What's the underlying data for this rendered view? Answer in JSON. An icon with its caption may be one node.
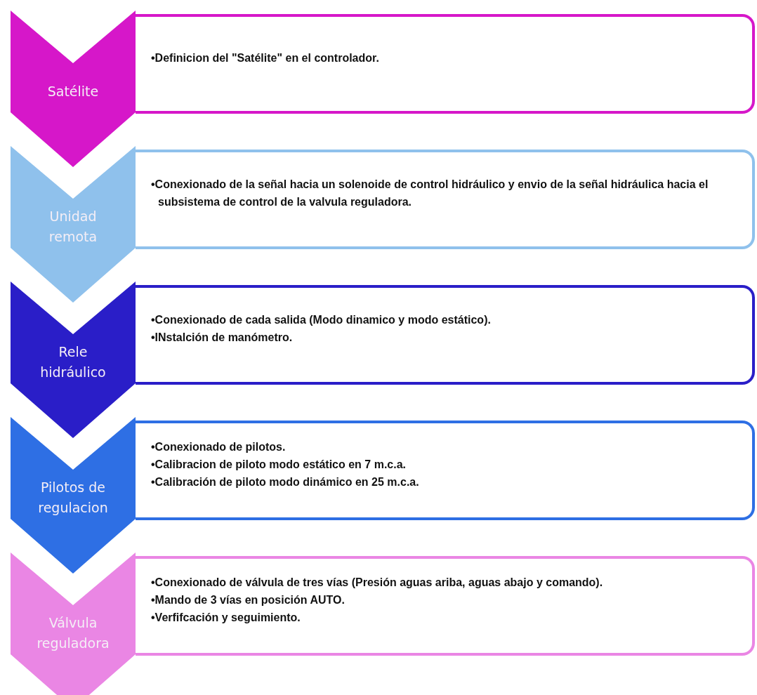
{
  "diagram": {
    "nodes": [
      {
        "text": [
          "Satélite"
        ]
      },
      {
        "text": [
          "•Definicion del \"Satélite\" en el controlador."
        ]
      },
      {
        "text": [
          "Unidad remota"
        ]
      },
      {
        "text": [
          "•Conexionado de la señal hacia un solenoide de control hidráulico y envio de la señal hidráulica hacia el subsistema de control de la valvula reguladora."
        ]
      },
      {
        "text": [
          "Rele hidráulico"
        ]
      },
      {
        "text": [
          "•Conexionado de cada salida (Modo dinamico y modo estático).",
          "•INstalción de manómetro."
        ]
      },
      {
        "text": [
          "Pilotos de regulacion"
        ]
      },
      {
        "text": [
          "•Conexionado de pilotos.",
          "•Calibracion de piloto modo estático en 7 m.c.a.",
          "•Calibración de piloto modo dinámico en 25 m.c.a."
        ]
      },
      {
        "text": [
          "Válvula reguladora"
        ]
      },
      {
        "text": [
          "•Conexionado de válvula de tres vías (Presión aguas ariba, aguas abajo y comando).",
          "•Mando de 3 vías en posición AUTO.",
          "•Verfifcación y seguimiento."
        ]
      }
    ]
  }
}
